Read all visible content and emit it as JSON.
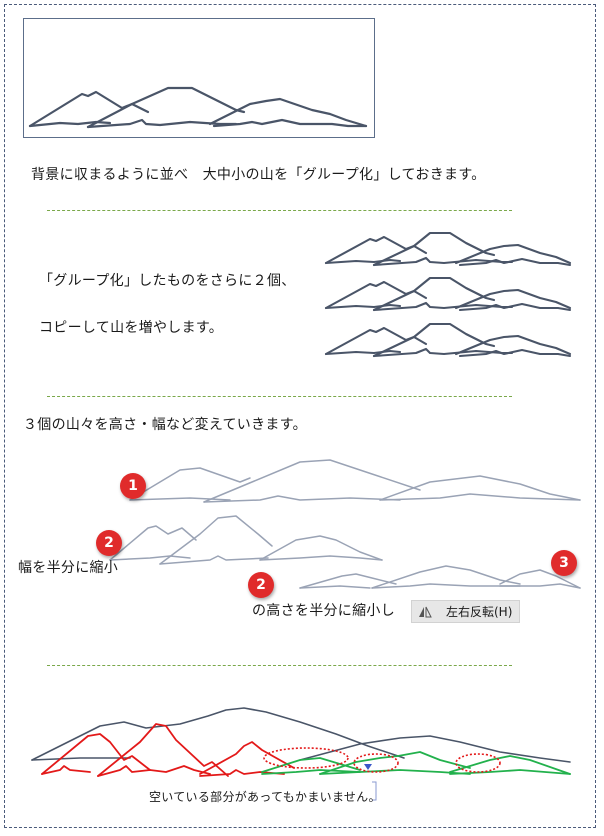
{
  "step1": {
    "caption": "背景に収まるように並べ　大中小の山を「グループ化」しておきます。"
  },
  "step2": {
    "line1": "「グループ化」したものをさらに２個、",
    "line2": "コピーして山を増やします。"
  },
  "step3": {
    "caption": "３個の山々を高さ・幅など変えていきます。",
    "badges": [
      "1",
      "2",
      "2",
      "3"
    ],
    "note_width": "幅を半分に縮小",
    "note_height": "の高さを半分に縮小し",
    "menu_flip": "左右反転(H)",
    "menu_icon": "flip-horizontal-icon"
  },
  "step4": {
    "caption": "空いている部分があってもかまいません。"
  },
  "colors": {
    "dark_mountain": "#4a5568",
    "light_mountain": "#9aa3b5",
    "red_mountain": "#e31919",
    "green_mountain": "#22b14c",
    "highlight_ellipse": "#e31919",
    "separator": "#7aa84a",
    "badge": "#e02b2b"
  }
}
